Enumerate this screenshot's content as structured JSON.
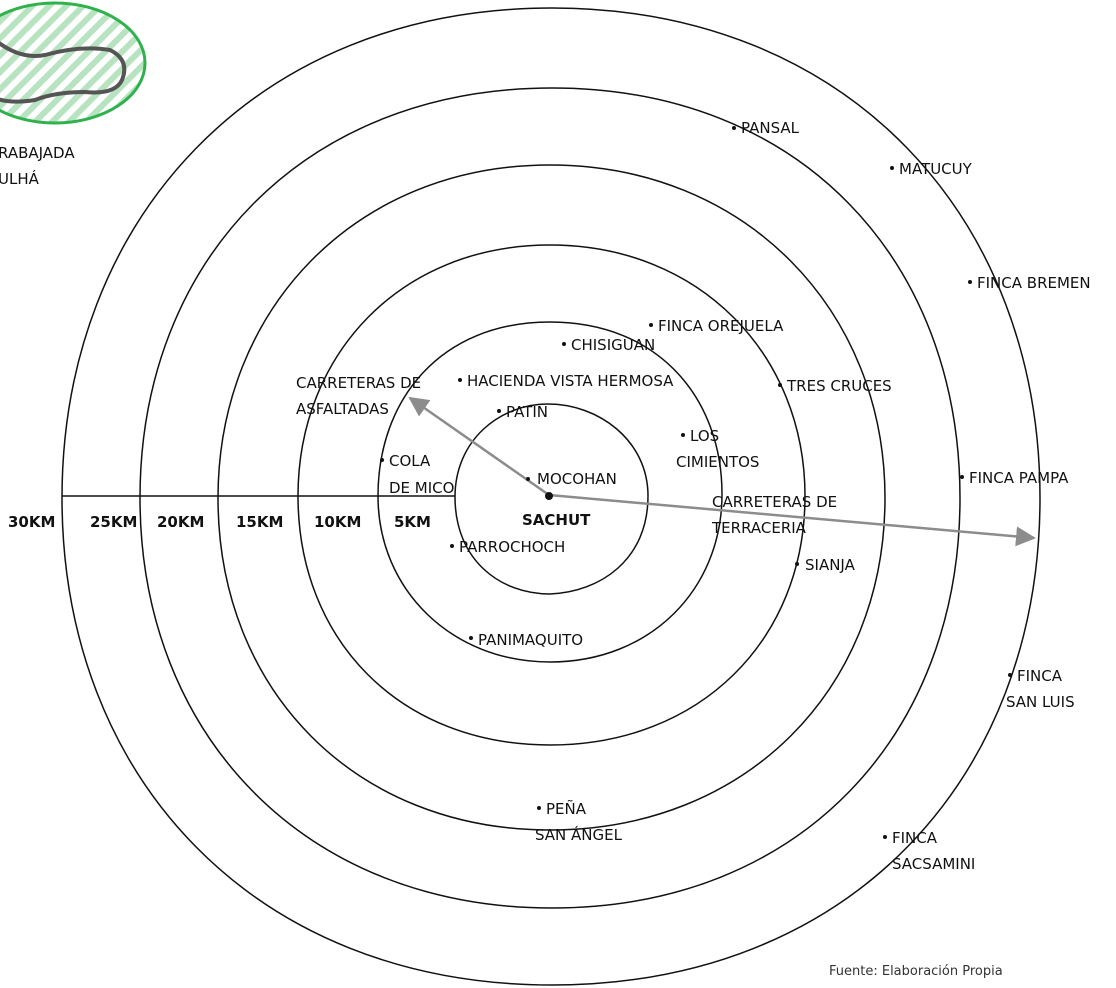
{
  "legend": {
    "line1": "RABAJADA",
    "line2": "ULHÁ",
    "fill_color": "#2fb24c",
    "stroke_color": "#2fb24c"
  },
  "scale": {
    "labels": [
      "30KM",
      "25KM",
      "20KM",
      "15KM",
      "10KM",
      "5KM"
    ]
  },
  "center": {
    "name": "SACHUT"
  },
  "places": [
    {
      "id": "pansal",
      "lines": [
        "PANSAL"
      ]
    },
    {
      "id": "matucuy",
      "lines": [
        "MATUCUY"
      ]
    },
    {
      "id": "finca-bremen",
      "lines": [
        "FINCA BREMEN"
      ]
    },
    {
      "id": "finca-orejuela",
      "lines": [
        "FINCA OREJUELA"
      ]
    },
    {
      "id": "chisiguan",
      "lines": [
        "CHISIGUAN"
      ]
    },
    {
      "id": "hacienda-vista-hermosa",
      "lines": [
        "HACIENDA VISTA HERMOSA"
      ]
    },
    {
      "id": "tres-cruces",
      "lines": [
        "TRES CRUCES"
      ]
    },
    {
      "id": "patin",
      "lines": [
        "PATIN"
      ]
    },
    {
      "id": "los-cimientos",
      "lines": [
        "LOS",
        "CIMIENTOS"
      ]
    },
    {
      "id": "cola-de-mico",
      "lines": [
        "COLA",
        "DE MICO"
      ]
    },
    {
      "id": "mocohan",
      "lines": [
        "MOCOHAN"
      ]
    },
    {
      "id": "finca-pampa",
      "lines": [
        "FINCA PAMPA"
      ]
    },
    {
      "id": "parrochoch",
      "lines": [
        "PARROCHOCH"
      ]
    },
    {
      "id": "sianja",
      "lines": [
        "SIANJA"
      ]
    },
    {
      "id": "panimaquito",
      "lines": [
        "PANIMAQUITO"
      ]
    },
    {
      "id": "finca-san-luis",
      "lines": [
        "FINCA",
        "SAN LUIS"
      ]
    },
    {
      "id": "pena-san-angel",
      "lines": [
        "PEÑA",
        "SAN ÁNGEL"
      ]
    },
    {
      "id": "finca-sacsamini",
      "lines": [
        "FINCA",
        "SACSAMINI"
      ]
    }
  ],
  "roads": {
    "asphalt": [
      "CARRETERAS DE",
      "ASFALTADAS"
    ],
    "dirt": [
      "CARRETERAS DE",
      "TERRACERIA"
    ],
    "arrow_color": "#8c8c8c"
  },
  "source": "Fuente: Elaboración Propia"
}
